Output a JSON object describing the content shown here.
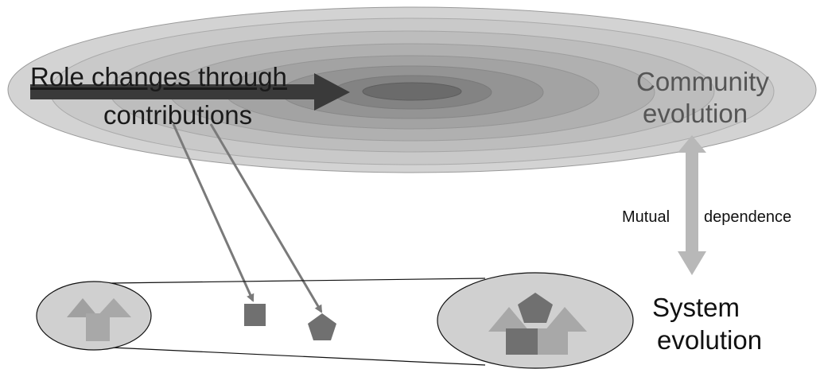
{
  "labels": {
    "role_changes": "Role changes through",
    "contributions": "contributions",
    "community_line1": "Community",
    "community_line2": "evolution",
    "mutual": "Mutual",
    "dependence": "dependence",
    "system_line1": "System",
    "system_line2": "evolution"
  },
  "colors": {
    "ring_outer": "#c8c8c8",
    "ring_inner": "#6a6a6a",
    "big_arrow": "#3a3a3a",
    "pointer_lines": "#7a7a7a",
    "dependence_arrow": "#b8b8b8",
    "component_dark": "#707070",
    "component_light": "#a8a8a8",
    "pod_fill": "#d0d0d0"
  },
  "icons": [
    "square-component-icon",
    "pentagon-component-icon",
    "arrow-component-icon"
  ]
}
